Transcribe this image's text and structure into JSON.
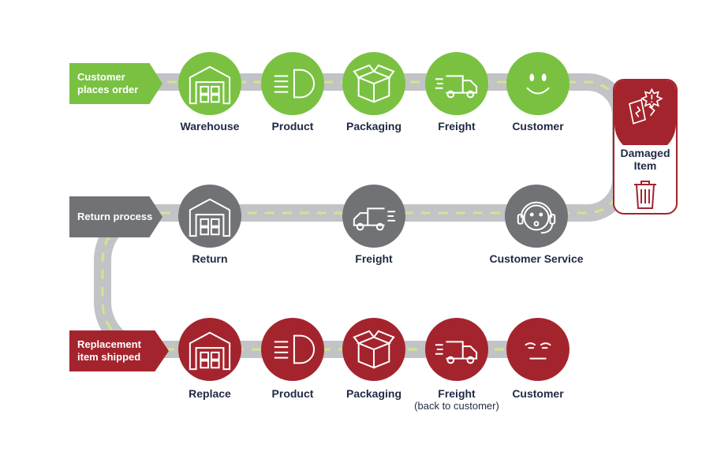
{
  "colors": {
    "green": "#7ac142",
    "gray": "#717276",
    "red": "#a4242d",
    "road": "#c2c3c6",
    "dash": "#d6e38b",
    "text": "#1f2a44"
  },
  "tags": {
    "start": "Customer places order",
    "return": "Return process",
    "replacement": "Replacement item shipped"
  },
  "damaged": {
    "label": "Damaged Item",
    "icon": "broken-item-icon",
    "bin_icon": "trash-bin-icon"
  },
  "rows": [
    {
      "color_key": "green",
      "nodes": [
        {
          "label": "Warehouse",
          "icon": "warehouse-icon"
        },
        {
          "label": "Product",
          "icon": "headlight-icon"
        },
        {
          "label": "Packaging",
          "icon": "box-icon"
        },
        {
          "label": "Freight",
          "icon": "truck-icon"
        },
        {
          "label": "Customer",
          "icon": "happy-face-icon"
        }
      ]
    },
    {
      "color_key": "gray",
      "nodes": [
        {
          "label": "Return",
          "icon": "warehouse-icon"
        },
        {
          "label": "Freight",
          "icon": "truck-icon"
        },
        {
          "label": "Customer Service",
          "icon": "headset-agent-icon"
        }
      ]
    },
    {
      "color_key": "red",
      "nodes": [
        {
          "label": "Replace",
          "icon": "warehouse-icon"
        },
        {
          "label": "Product",
          "icon": "headlight-icon"
        },
        {
          "label": "Packaging",
          "icon": "box-icon"
        },
        {
          "label": "Freight",
          "sublabel": "(back to customer)",
          "icon": "truck-icon"
        },
        {
          "label": "Customer",
          "icon": "unhappy-face-icon"
        }
      ]
    }
  ]
}
